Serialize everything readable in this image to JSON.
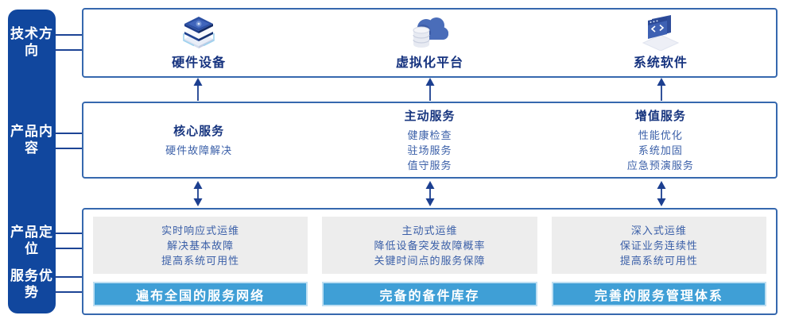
{
  "sidebar": {
    "items": [
      {
        "label": "技术方向"
      },
      {
        "label": "产品内容"
      },
      {
        "label": "产品定位"
      },
      {
        "label": "服务优势"
      }
    ]
  },
  "tech_row": {
    "columns": [
      {
        "icon": "server-stack-icon",
        "label": "硬件设备"
      },
      {
        "icon": "cloud-database-icon",
        "label": "虚拟化平台"
      },
      {
        "icon": "code-window-icon",
        "label": "系统软件"
      }
    ]
  },
  "service_row": {
    "columns": [
      {
        "title": "核心服务",
        "items": [
          "硬件故障解决"
        ]
      },
      {
        "title": "主动服务",
        "items": [
          "健康检查",
          "驻场服务",
          "值守服务"
        ]
      },
      {
        "title": "增值服务",
        "items": [
          "性能优化",
          "系统加固",
          "应急预演服务"
        ]
      }
    ]
  },
  "positioning_row": {
    "columns": [
      {
        "points": [
          "实时响应式运维",
          "解决基本故障",
          "提高系统可用性"
        ],
        "advantage": "遍布全国的服务网络"
      },
      {
        "points": [
          "主动式运维",
          "降低设备突发故障概率",
          "关键时间点的服务保障"
        ],
        "advantage": "完备的备件库存"
      },
      {
        "points": [
          "深入式运维",
          "保证业务连续性",
          "提高系统可用性"
        ],
        "advantage": "完善的服务管理体系"
      }
    ]
  },
  "colors": {
    "sidebar_bg": "#11479e",
    "box_border": "#3668ae",
    "title_text": "#17357f",
    "body_text": "#3a5fa8",
    "bar_bg": "#3f9fd6",
    "panel_bg": "#ededed",
    "arrow": "#1c3f90"
  }
}
